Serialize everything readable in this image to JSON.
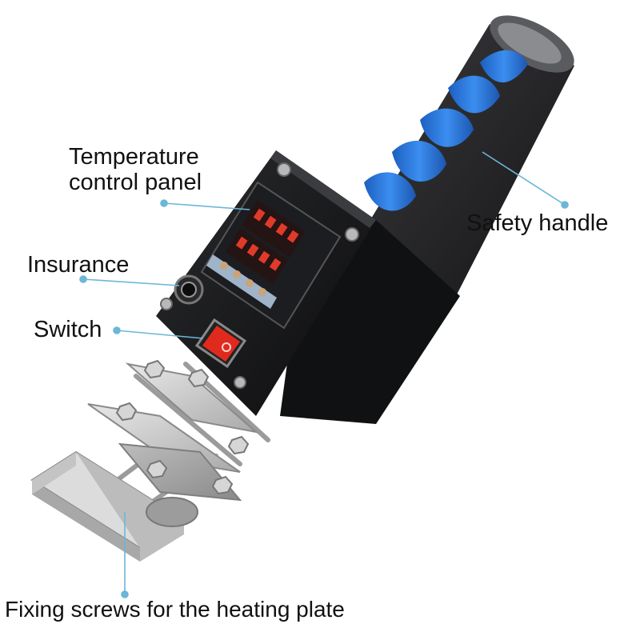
{
  "labels": {
    "temperature_line1": "Temperature",
    "temperature_line2": "control panel",
    "insurance": "Insurance",
    "switch": "Switch",
    "safety_handle": "Safety handle",
    "fixing_screws": "Fixing screws for the heating plate"
  },
  "colors": {
    "callout_line": "#6cb6d8",
    "handle_foam": "#2a2a2d",
    "handle_grip_accent": "#2f7fe0",
    "housing": "#17181a",
    "switch_red": "#e02a1e",
    "display_red": "#e23a2a",
    "aluminium": "#c9c9c9"
  }
}
